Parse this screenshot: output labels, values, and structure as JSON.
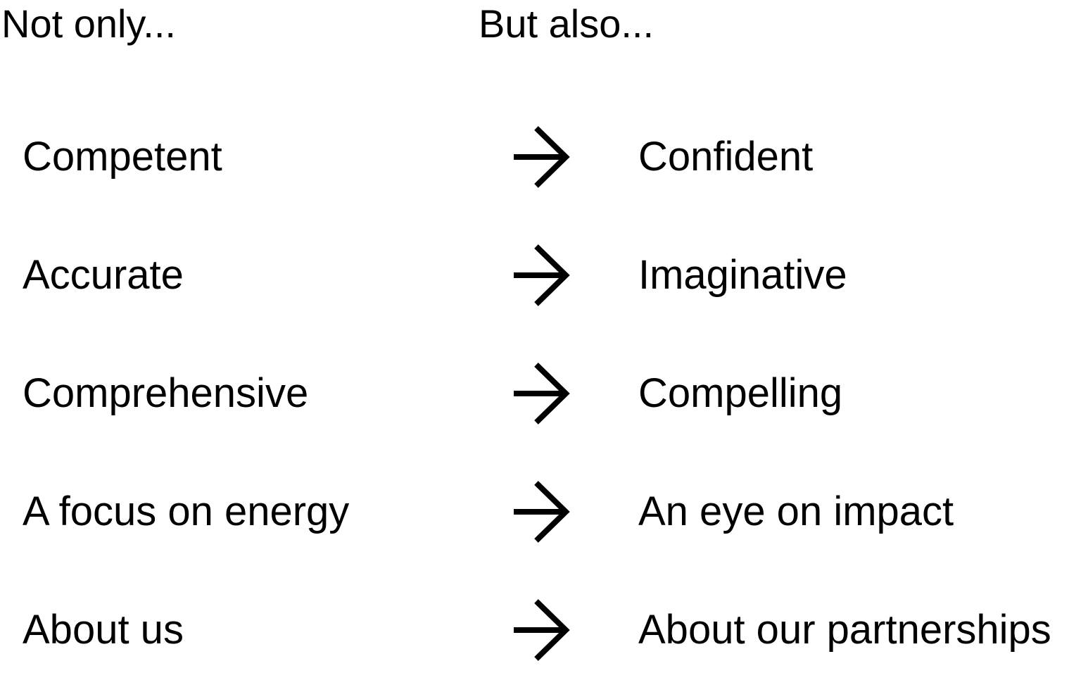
{
  "headers": {
    "left": "Not only...",
    "right": "But also..."
  },
  "rows": [
    {
      "from": "Competent",
      "to": "Confident"
    },
    {
      "from": "Accurate",
      "to": "Imaginative"
    },
    {
      "from": "Comprehensive",
      "to": "Compelling"
    },
    {
      "from": "A focus on energy",
      "to": "An eye on impact"
    },
    {
      "from": "About us",
      "to": "About our partnerships"
    }
  ],
  "icons": {
    "row_connector": "arrow-right-icon"
  },
  "colors": {
    "text": "#000000",
    "background": "#ffffff"
  }
}
